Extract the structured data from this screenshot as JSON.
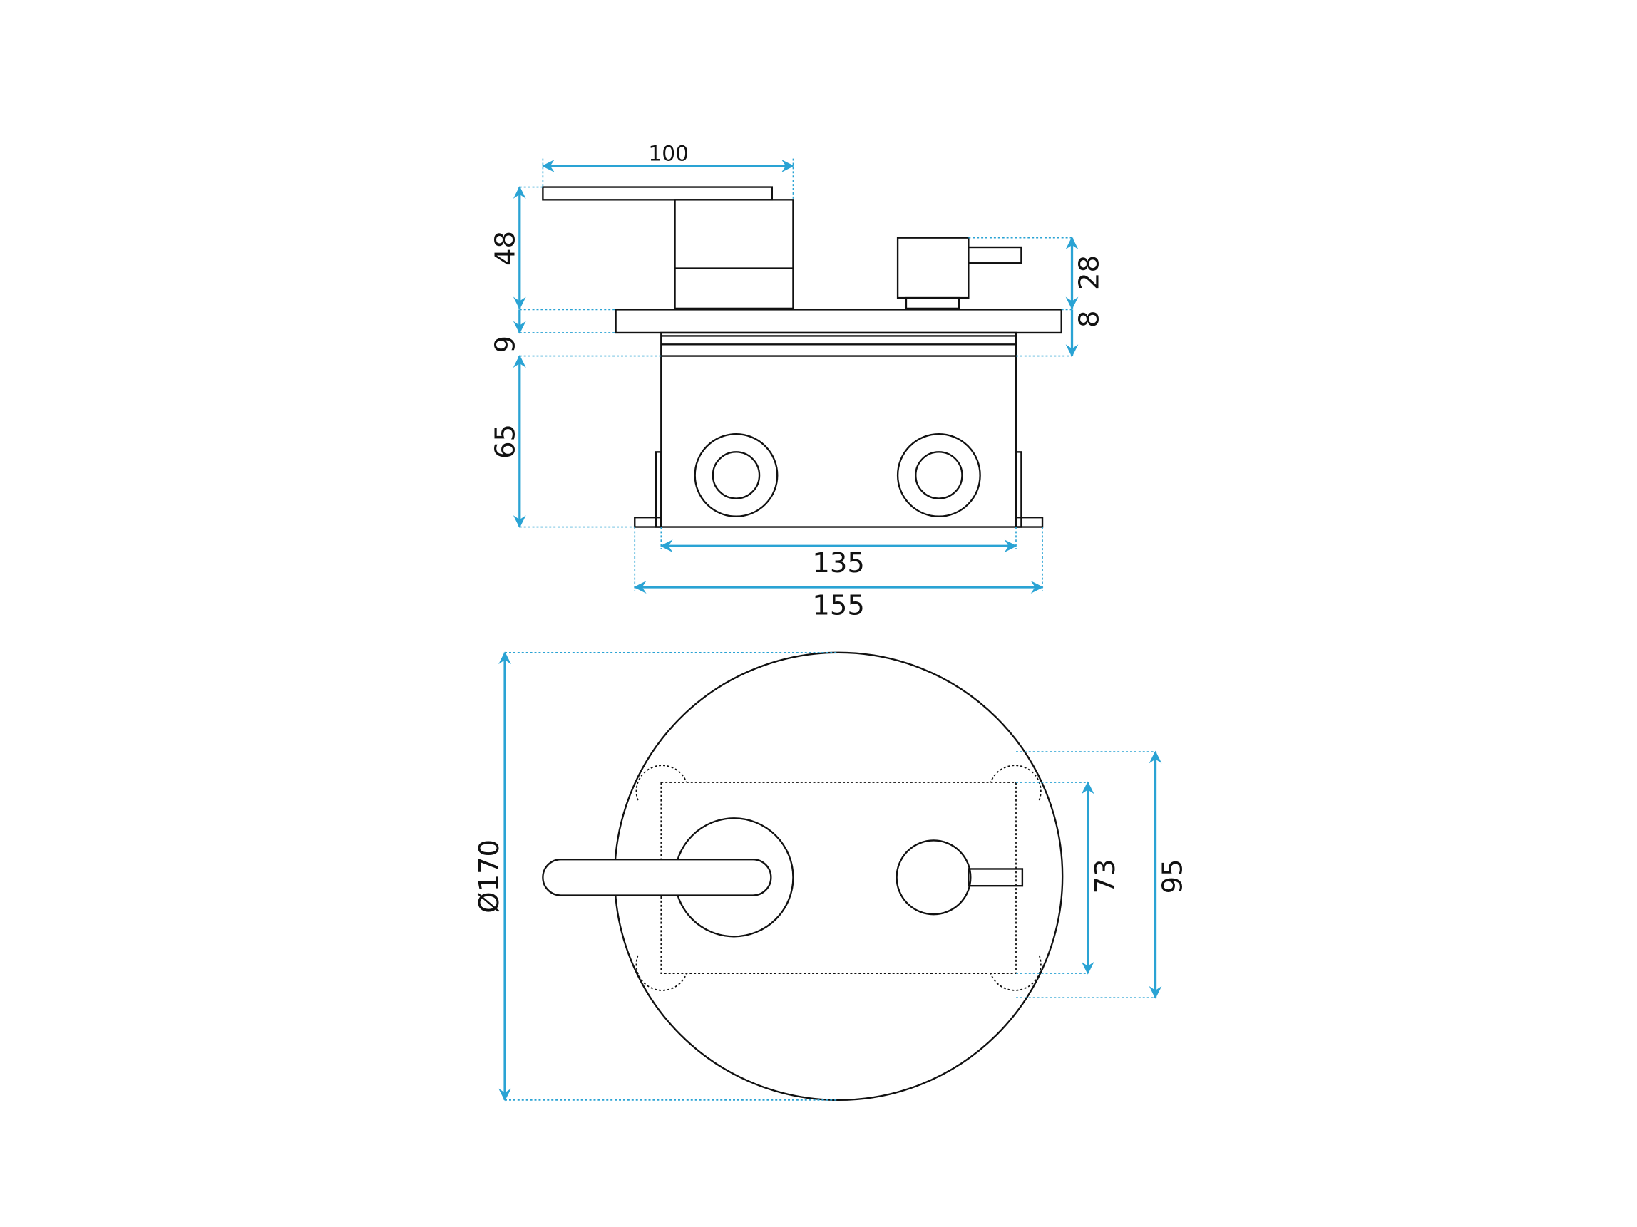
{
  "drawing": {
    "side_view": {
      "dimensions": {
        "lever_width": "100",
        "lever_height": "48",
        "plate_gap": "9",
        "box_depth": "65",
        "knob_height": "28",
        "plate_thickness": "8",
        "box_width": "135",
        "box_flange_width": "155"
      }
    },
    "front_view": {
      "dimensions": {
        "plate_diameter": "Ø170",
        "box_height": "73",
        "flange_height": "95"
      }
    },
    "colors": {
      "dimension": "#2aa3d4",
      "outline": "#111111"
    }
  }
}
